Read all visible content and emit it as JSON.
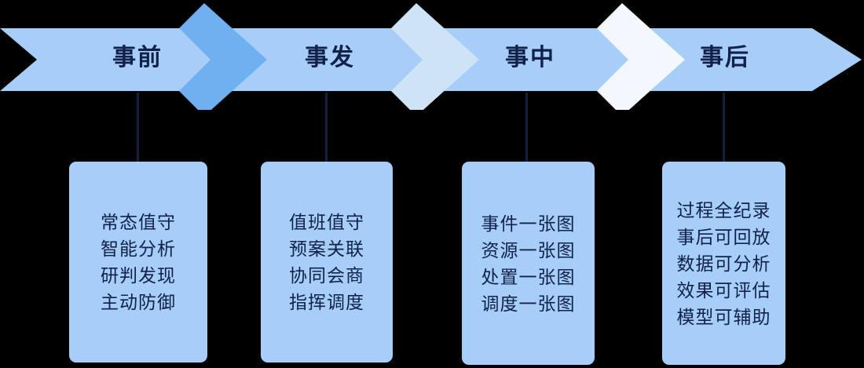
{
  "diagram": {
    "title_text_color": "#11214a",
    "banner": {
      "ribbon_color": "#a6cef8",
      "chevrons": [
        {
          "name": "chevron-1",
          "color": "#6fb1ef"
        },
        {
          "name": "chevron-2",
          "color": "#cfe3f6"
        },
        {
          "name": "chevron-3",
          "color": "#f2f8fd"
        }
      ],
      "stages": [
        {
          "label": "事前"
        },
        {
          "label": "事发"
        },
        {
          "label": "事中"
        },
        {
          "label": "事后"
        }
      ]
    },
    "cards": [
      {
        "name": "card-before",
        "color": "#a6cef8",
        "lines": [
          "常态值守",
          "智能分析",
          "研判发现",
          "主动防御"
        ]
      },
      {
        "name": "card-outbreak",
        "color": "#a6cef8",
        "lines": [
          "值班值守",
          "预案关联",
          "协同会商",
          "指挥调度"
        ]
      },
      {
        "name": "card-during",
        "color": "#a6cef8",
        "lines": [
          "事件一张图",
          "资源一张图",
          "处置一张图",
          "调度一张图"
        ]
      },
      {
        "name": "card-after",
        "color": "#a6cef8",
        "lines": [
          "过程全纪录",
          "事后可回放",
          "数据可分析",
          "效果可评估",
          "模型可辅助"
        ]
      }
    ]
  }
}
